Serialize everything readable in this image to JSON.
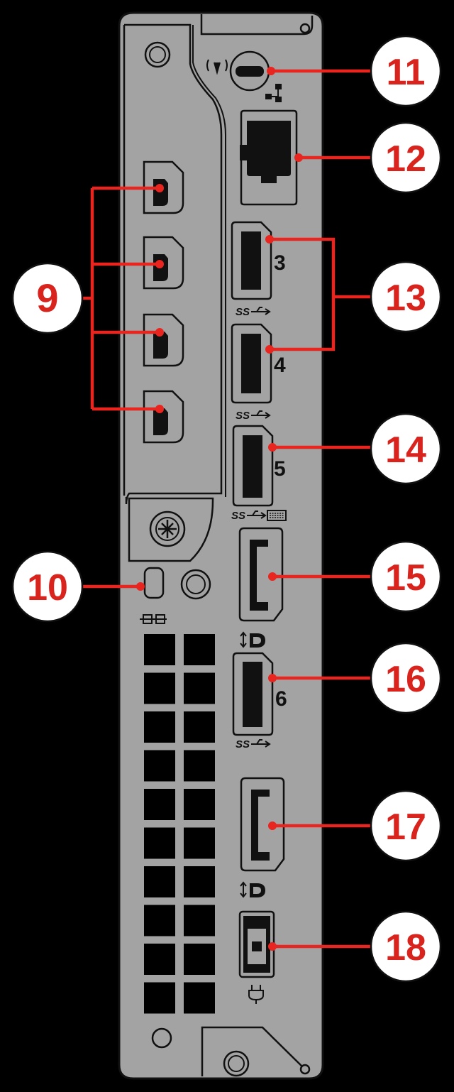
{
  "callouts": [
    {
      "id": "9",
      "number": "9"
    },
    {
      "id": "10",
      "number": "10"
    },
    {
      "id": "11",
      "number": "11"
    },
    {
      "id": "12",
      "number": "12"
    },
    {
      "id": "13",
      "number": "13"
    },
    {
      "id": "14",
      "number": "14"
    },
    {
      "id": "15",
      "number": "15"
    },
    {
      "id": "16",
      "number": "16"
    },
    {
      "id": "17",
      "number": "17"
    },
    {
      "id": "18",
      "number": "18"
    }
  ],
  "port_numbers": {
    "usb3": "3",
    "usb4": "4",
    "usb5": "5",
    "usb6": "6"
  },
  "usb_symbol": "SS",
  "colors": {
    "background": "#000000",
    "panel": "#a3a3a3",
    "outline": "#111111",
    "callout_line": "#e8251f",
    "callout_fill": "#ffffff",
    "callout_text": "#d9231d"
  },
  "icons": [
    "wireless-antenna-icon",
    "ethernet-network-icon",
    "superspeed-usb-icon",
    "keyboard-icon",
    "displayport-icon",
    "security-lock-slot-icon",
    "power-plug-icon"
  ]
}
